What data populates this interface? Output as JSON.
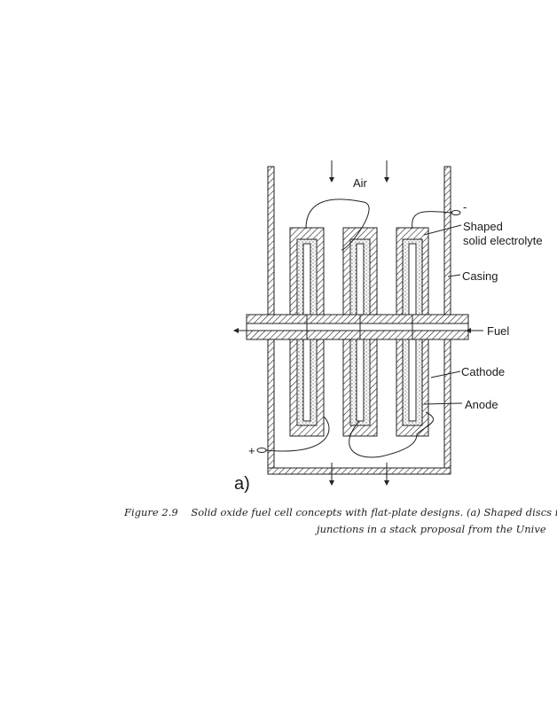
{
  "figure": {
    "labels": {
      "air": "Air",
      "minus": "-",
      "shaped": "Shaped",
      "solid_electrolyte": "solid electrolyte",
      "casing": "Casing",
      "fuel": "Fuel",
      "cathode": "Cathode",
      "anode": "Anode",
      "plus": "+",
      "panel": "a)"
    }
  },
  "caption": {
    "number": "Figure 2.9",
    "line1": "Solid oxide fuel cell concepts with flat-plate designs. (a) Shaped discs in",
    "line2": "junctions in a stack proposal from the Unive"
  }
}
